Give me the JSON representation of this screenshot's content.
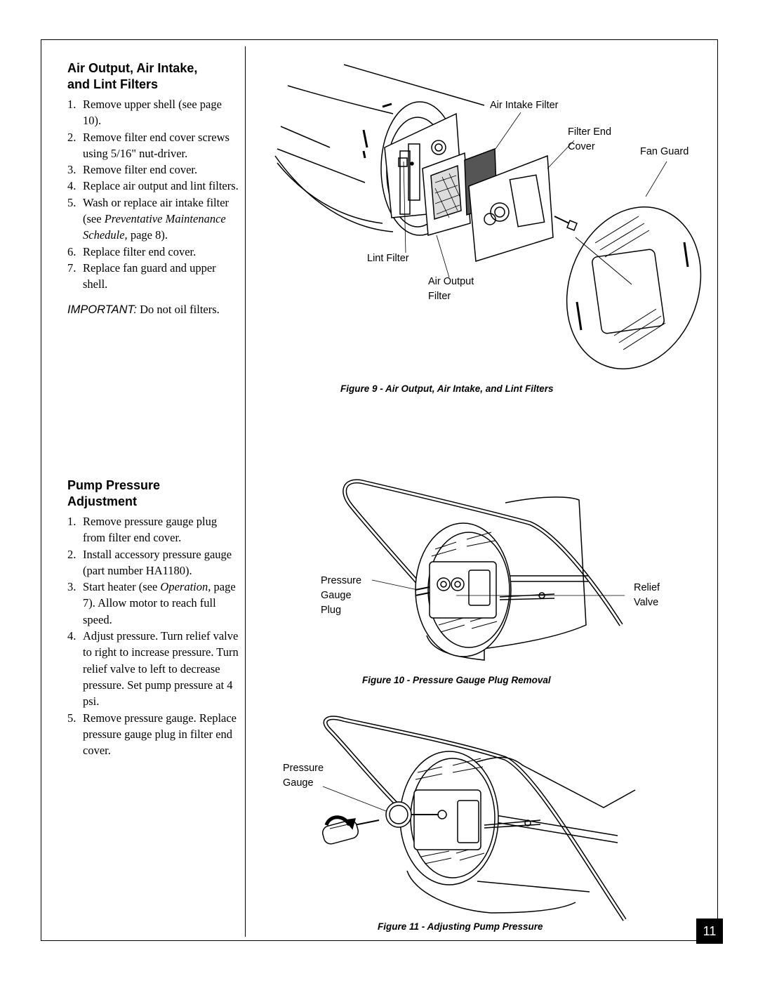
{
  "section1": {
    "title_line1": "Air Output, Air Intake,",
    "title_line2": "and Lint Filters",
    "steps": [
      {
        "num": "1.",
        "text": "Remove upper shell (see page 10)."
      },
      {
        "num": "2.",
        "text": "Remove filter end cover screws using 5/16\" nut-driver."
      },
      {
        "num": "3.",
        "text": "Remove filter end cover."
      },
      {
        "num": "4.",
        "text": "Replace air output and lint filters."
      },
      {
        "num": "5.",
        "text_before": "Wash or replace air intake filter (see ",
        "text_italic": "Preventative Maintenance Schedule,",
        "text_after": " page 8)."
      },
      {
        "num": "6.",
        "text": "Replace filter end cover."
      },
      {
        "num": "7.",
        "text": "Replace fan guard and upper shell."
      }
    ],
    "important_label": "IMPORTANT:",
    "important_text": " Do not oil filters."
  },
  "section2": {
    "title_line1": "Pump Pressure",
    "title_line2": "Adjustment",
    "steps": [
      {
        "num": "1.",
        "text": "Remove pressure gauge plug from filter end cover."
      },
      {
        "num": "2.",
        "text": "Install accessory pressure gauge (part number HA1180)."
      },
      {
        "num": "3.",
        "text_before": "Start heater (see ",
        "text_italic": "Operation,",
        "text_after": " page 7). Allow motor to reach full speed."
      },
      {
        "num": "4.",
        "text": "Adjust pressure. Turn relief valve to right to increase pressure. Turn relief valve to left to decrease pressure. Set pump pressure at 4 psi."
      },
      {
        "num": "5.",
        "text": "Remove pressure gauge. Replace pressure gauge plug in filter end cover."
      }
    ]
  },
  "figure9": {
    "caption": "Figure 9 - Air Output, Air Intake, and Lint Filters",
    "labels": {
      "air_intake_filter": "Air Intake Filter",
      "filter_end_cover": "Filter End\nCover",
      "fan_guard": "Fan Guard",
      "lint_filter": "Lint Filter",
      "air_output_filter": "Air Output\nFilter"
    }
  },
  "figure10": {
    "caption": "Figure 10 - Pressure Gauge Plug Removal",
    "labels": {
      "pressure_gauge_plug": "Pressure\nGauge\nPlug",
      "relief_valve": "Relief\nValve"
    }
  },
  "figure11": {
    "caption": "Figure 11 - Adjusting Pump Pressure",
    "labels": {
      "pressure_gauge": "Pressure\nGauge"
    }
  },
  "page_number": "11"
}
